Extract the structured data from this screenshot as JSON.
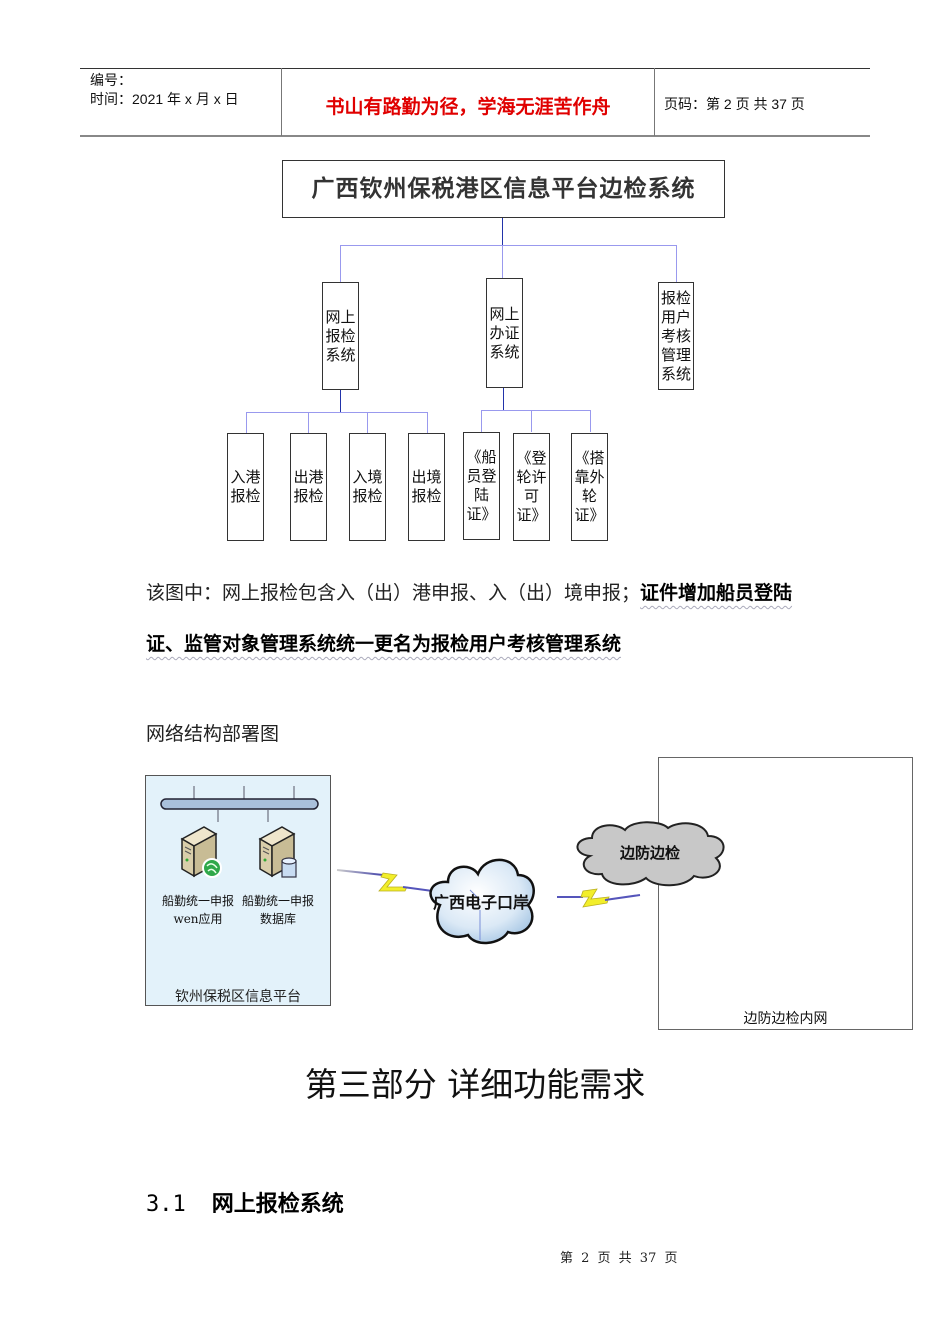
{
  "header": {
    "number_label": "编号：",
    "date_label": "时间：2021 年 x 月 x 日",
    "motto": "书山有路勤为径，学海无涯苦作舟",
    "page_info": "页码：第 2 页  共 37 页"
  },
  "org_chart": {
    "root": "广西钦州保税港区信息平台边检系统",
    "branches": [
      {
        "label": "网上报检系统",
        "children": [
          "入港报检",
          "出港报检",
          "入境报检",
          "出境报检"
        ]
      },
      {
        "label": "网上办证系统",
        "children": [
          "《船员登陆证》",
          "《登轮许可证》",
          "《搭靠外轮证》"
        ]
      },
      {
        "label": "报检用户考核管理系统",
        "children": []
      }
    ]
  },
  "body": {
    "para_normal": "该图中：网上报检包含入（出）港申报、入（出）境申报；",
    "para_bold": "证件增加船员登陆证、监管对象管理系统统一更名为报检用户考核管理系统",
    "network_caption": "网络结构部署图"
  },
  "network": {
    "platform_label": "钦州保税区信息平台",
    "servers": [
      {
        "line1": "船勤统一申报",
        "line2": "wen应用",
        "icon": "web-server-icon"
      },
      {
        "line1": "船勤统一申报",
        "line2": "数据库",
        "icon": "database-server-icon"
      }
    ],
    "cloud_center": "广西电子口岸",
    "cloud_right": "边防边检",
    "intranet_label": "边防边检内网"
  },
  "section": {
    "part_title": "第三部分  详细功能需求",
    "subsection_number": "3.1",
    "subsection_title": "网上报检系统"
  },
  "footer": {
    "page_text": "第 2 页 共 37 页"
  },
  "colors": {
    "motto": "#e00000",
    "connector_light": "#9999ee",
    "connector_dark": "#2233aa",
    "platform_bg": "#e3f2fa",
    "cloud_grey": "#c8c8c8"
  }
}
